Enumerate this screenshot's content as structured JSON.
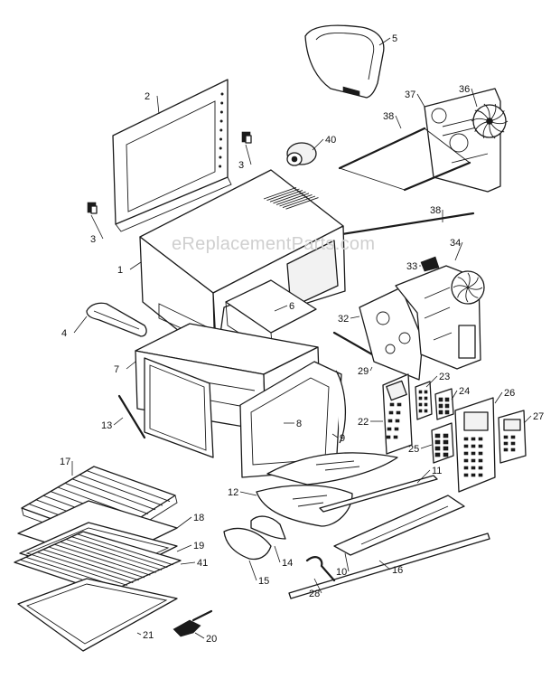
{
  "watermark": "eReplacementParts.com",
  "callouts": [
    "1",
    "2",
    "3",
    "3",
    "4",
    "5",
    "6",
    "7",
    "8",
    "9",
    "10",
    "11",
    "12",
    "13",
    "14",
    "15",
    "16",
    "17",
    "18",
    "19",
    "20",
    "21",
    "22",
    "23",
    "24",
    "25",
    "26",
    "27",
    "28",
    "29",
    "32",
    "33",
    "34",
    "36",
    "37",
    "38",
    "38",
    "40",
    "41"
  ]
}
